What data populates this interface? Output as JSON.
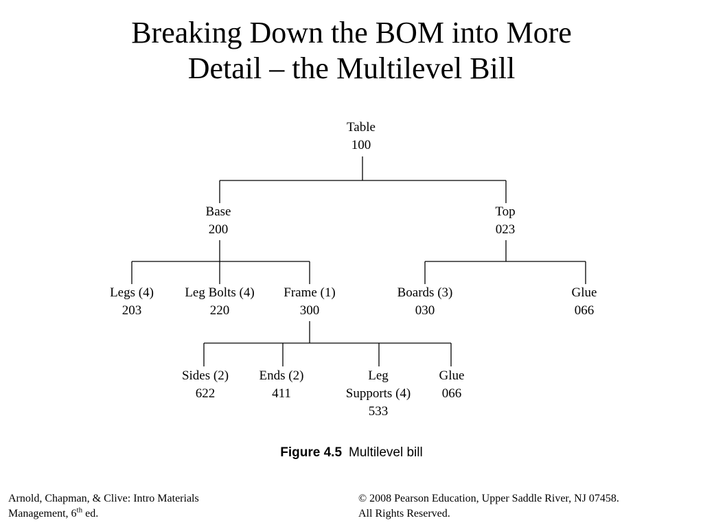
{
  "title": {
    "line1": "Breaking Down the BOM into More",
    "line2": "Detail – the Multilevel Bill"
  },
  "nodes": [
    {
      "id": "table",
      "name": "Table",
      "code": "100"
    },
    {
      "id": "base",
      "name": "Base",
      "code": "200"
    },
    {
      "id": "top",
      "name": "Top",
      "code": "023"
    },
    {
      "id": "legs",
      "name": "Legs (4)",
      "code": "203"
    },
    {
      "id": "leg-bolts",
      "name": "Leg Bolts (4)",
      "code": "220"
    },
    {
      "id": "frame",
      "name": "Frame (1)",
      "code": "300"
    },
    {
      "id": "boards",
      "name": "Boards (3)",
      "code": "030"
    },
    {
      "id": "glue-top",
      "name": "Glue",
      "code": "066"
    },
    {
      "id": "sides",
      "name": "Sides (2)",
      "code": "622"
    },
    {
      "id": "ends",
      "name": "Ends (2)",
      "code": "411"
    },
    {
      "id": "leg-supports",
      "name_line1": "Leg",
      "name_line2": "Supports (4)",
      "code": "533"
    },
    {
      "id": "glue-frame",
      "name": "Glue",
      "code": "066"
    }
  ],
  "caption": {
    "label": "Figure 4.5",
    "text": "Multilevel bill"
  },
  "footer": {
    "left_line1": "Arnold, Chapman, & Clive: Intro Materials",
    "left_line2_pre": "Management, 6",
    "left_line2_sup": "th",
    "left_line2_post": " ed.",
    "right_line1": "© 2008 Pearson Education, Upper Saddle River, NJ 07458.",
    "right_line2": "All Rights Reserved."
  }
}
